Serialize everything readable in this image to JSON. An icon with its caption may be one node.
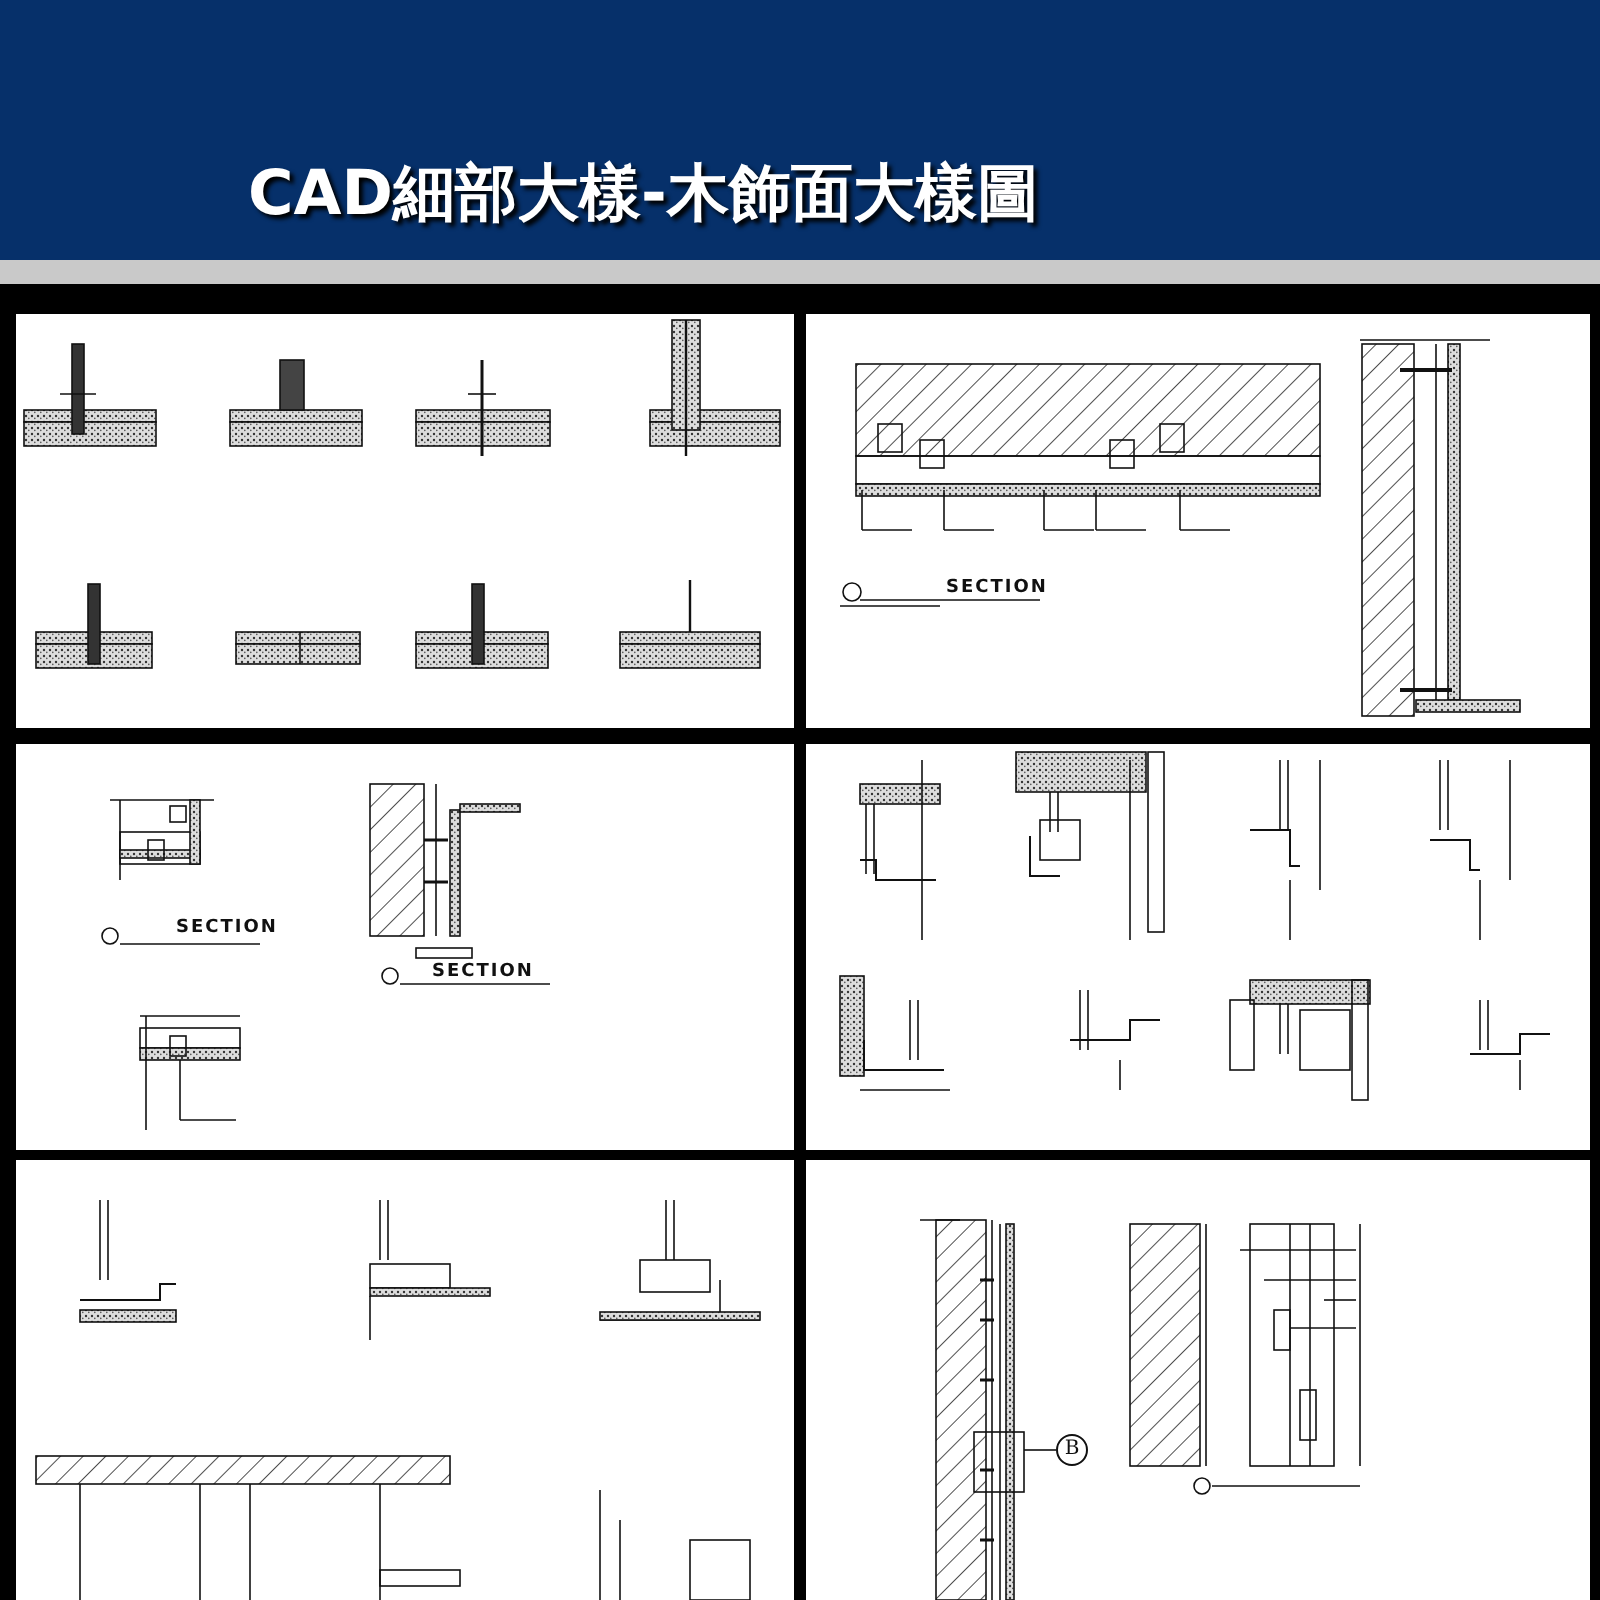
{
  "diagram": {
    "title": "CAD細部大樣-木飾面大樣圖",
    "labels": [
      "SECTION",
      "SECTION",
      "SECTION",
      "B"
    ]
  }
}
